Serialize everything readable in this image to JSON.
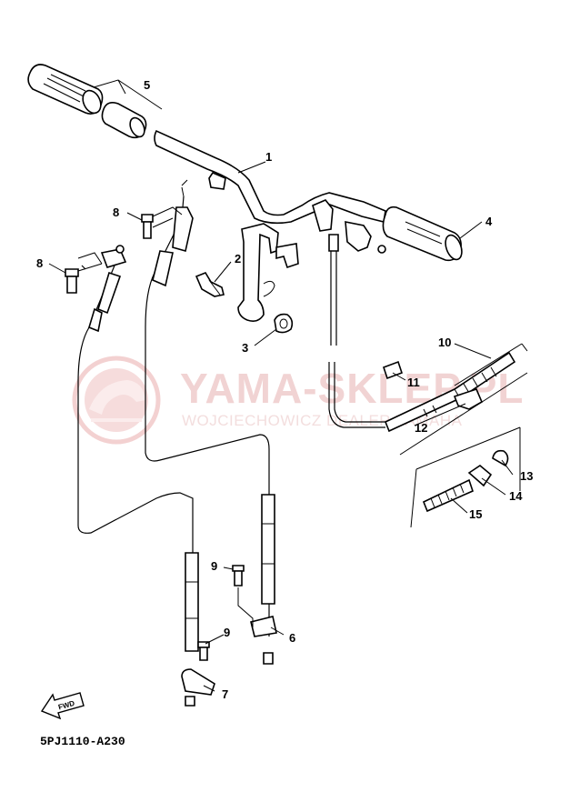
{
  "diagram_code": "5PJ1110-A230",
  "fwd_label": "FWD",
  "watermark": {
    "title": "YAMA-SKLEP.PL",
    "subtitle": "WOJCIECHOWICZ DEALER YAMAHA",
    "color": "#f1d3d3"
  },
  "callouts": [
    "1",
    "2",
    "3",
    "4",
    "5",
    "6",
    "7",
    "8",
    "8",
    "9",
    "9",
    "10",
    "11",
    "12",
    "13",
    "14",
    "15"
  ]
}
